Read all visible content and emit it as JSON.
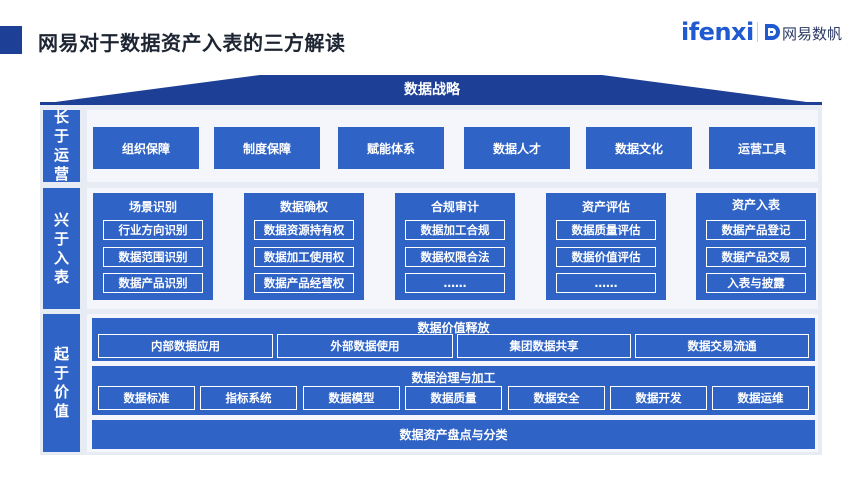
{
  "header": {
    "title": "网易对于数据资产入表的三方解读",
    "logo_ifenxi": "ifenxi",
    "logo_wangyi": "网易数帆"
  },
  "strategy": {
    "label": "数据战略"
  },
  "rows": {
    "long": {
      "label_chars": [
        "长",
        "于",
        "运",
        "营"
      ]
    },
    "rise": {
      "label_chars": [
        "兴",
        "于",
        "入",
        "表"
      ]
    },
    "start": {
      "label_chars": [
        "起",
        "于",
        "价",
        "值"
      ]
    }
  },
  "long_items": [
    "组织保障",
    "制度保障",
    "赋能体系",
    "数据人才",
    "数据文化",
    "运营工具"
  ],
  "columns": [
    {
      "title": "场景识别",
      "items": [
        "行业方向识别",
        "数据范围识别",
        "数据产品识别"
      ]
    },
    {
      "title": "数据确权",
      "items": [
        "数据资源持有权",
        "数据加工使用权",
        "数据产品经营权"
      ]
    },
    {
      "title": "合规审计",
      "items": [
        "数据加工合规",
        "数据权限合法",
        "……"
      ]
    },
    {
      "title": "资产评估",
      "items": [
        "数据质量评估",
        "数据价值评估",
        "……"
      ]
    },
    {
      "title": "资产入表",
      "items": [
        "数据产品登记",
        "数据产品交易",
        "入表与披露"
      ]
    }
  ],
  "value_release": {
    "title": "数据价值释放",
    "items": [
      "内部数据应用",
      "外部数据使用",
      "集团数据共享",
      "数据交易流通"
    ]
  },
  "governance": {
    "title": "数据治理与加工",
    "items": [
      "数据标准",
      "指标系统",
      "数据模型",
      "数据质量",
      "数据安全",
      "数据开发",
      "数据运维"
    ]
  },
  "inventory": {
    "label": "数据资产盘点与分类"
  },
  "colors": {
    "primary": "#2f63c6",
    "dark": "#1d3f95",
    "frame": "#e7ebf4",
    "brand": "#1f5ad0"
  }
}
